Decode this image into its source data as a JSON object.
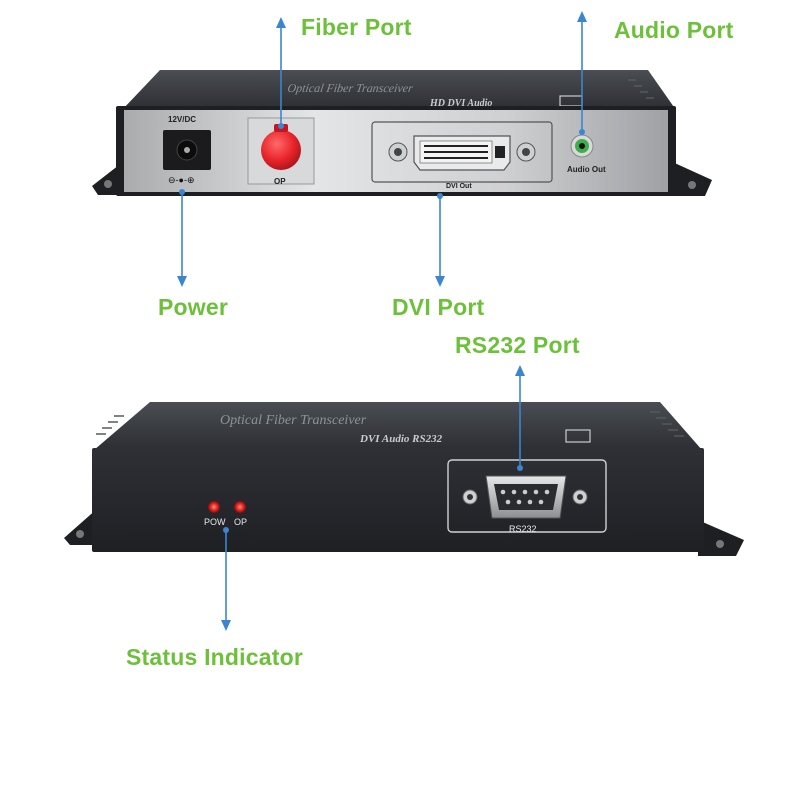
{
  "callouts": {
    "fiber_port": "Fiber Port",
    "audio_port": "Audio Port",
    "power": "Power",
    "dvi_port": "DVI Port",
    "rs232_port": "RS232 Port",
    "status_indicator": "Status Indicator"
  },
  "device_front": {
    "top_stencil": "Optical Fiber Transceiver",
    "model_stencil": "HD DVI Audio",
    "power_label": "12V/DC",
    "polarity_symbol": "⊖-●-⊕",
    "fiber_label": "OP",
    "dvi_label": "DVI Out",
    "audio_label": "Audio Out"
  },
  "device_back": {
    "top_stencil": "Optical Fiber Transceiver",
    "model_stencil": "DVI Audio RS232",
    "led_pow_label": "POW",
    "led_op_label": "OP",
    "rs232_label": "RS232"
  },
  "colors": {
    "callout_text": "#6cc03a",
    "arrow": "#3b86cf",
    "fiber_cap": "#e8232a",
    "led": "#e0221f",
    "audio_jack": "#3fae49",
    "chassis_dark": "#2a2c31",
    "chassis_top": "#3c3f45",
    "faceplate_silver": "#c9cbcd"
  }
}
